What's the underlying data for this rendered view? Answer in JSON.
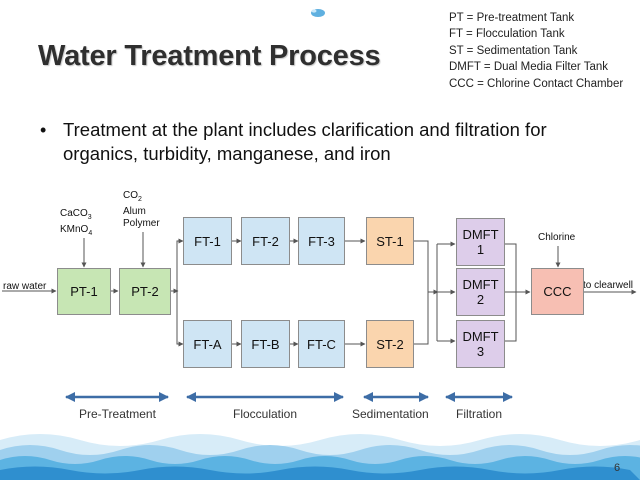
{
  "slide": {
    "title": "Water Treatment Process",
    "legend": [
      "PT = Pre-treatment Tank",
      "FT = Flocculation Tank",
      "ST = Sedimentation Tank",
      "DMFT = Dual Media Filter Tank",
      "CCC = Chlorine Contact Chamber"
    ],
    "bullet": "Treatment at the plant includes clarification and filtration for organics, turbidity, manganese, and iron",
    "page_number": "6"
  },
  "diagram": {
    "input_label": "raw water",
    "output_label": "to clearwell",
    "chemicals": {
      "pt1_line1_base": "CaCO",
      "pt1_line1_sub": "3",
      "pt1_line2_base": "KMnO",
      "pt1_line2_sub": "4",
      "pt2_line1_base": "CO",
      "pt2_line1_sub": "2",
      "pt2_line2": "Alum",
      "pt2_line3": "Polymer",
      "ccc": "Chlorine"
    },
    "boxes": {
      "pt1": "PT-1",
      "pt2": "PT-2",
      "ft1": "FT-1",
      "ft2": "FT-2",
      "ft3": "FT-3",
      "fta": "FT-A",
      "ftb": "FT-B",
      "ftc": "FT-C",
      "st1": "ST-1",
      "st2": "ST-2",
      "dmft1_a": "DMFT",
      "dmft1_b": "1",
      "dmft2_a": "DMFT",
      "dmft2_b": "2",
      "dmft3_a": "DMFT",
      "dmft3_b": "3",
      "ccc": "CCC"
    },
    "stages": [
      "Pre-Treatment",
      "Flocculation",
      "Sedimentation",
      "Filtration"
    ],
    "colors": {
      "pretreatment": "#c7e6b4",
      "flocculation": "#cfe5f4",
      "sedimentation": "#fad5ae",
      "filtration": "#ddcdea",
      "chlorine": "#f7bfb3",
      "stage_arrow": "#3d6da6"
    }
  }
}
